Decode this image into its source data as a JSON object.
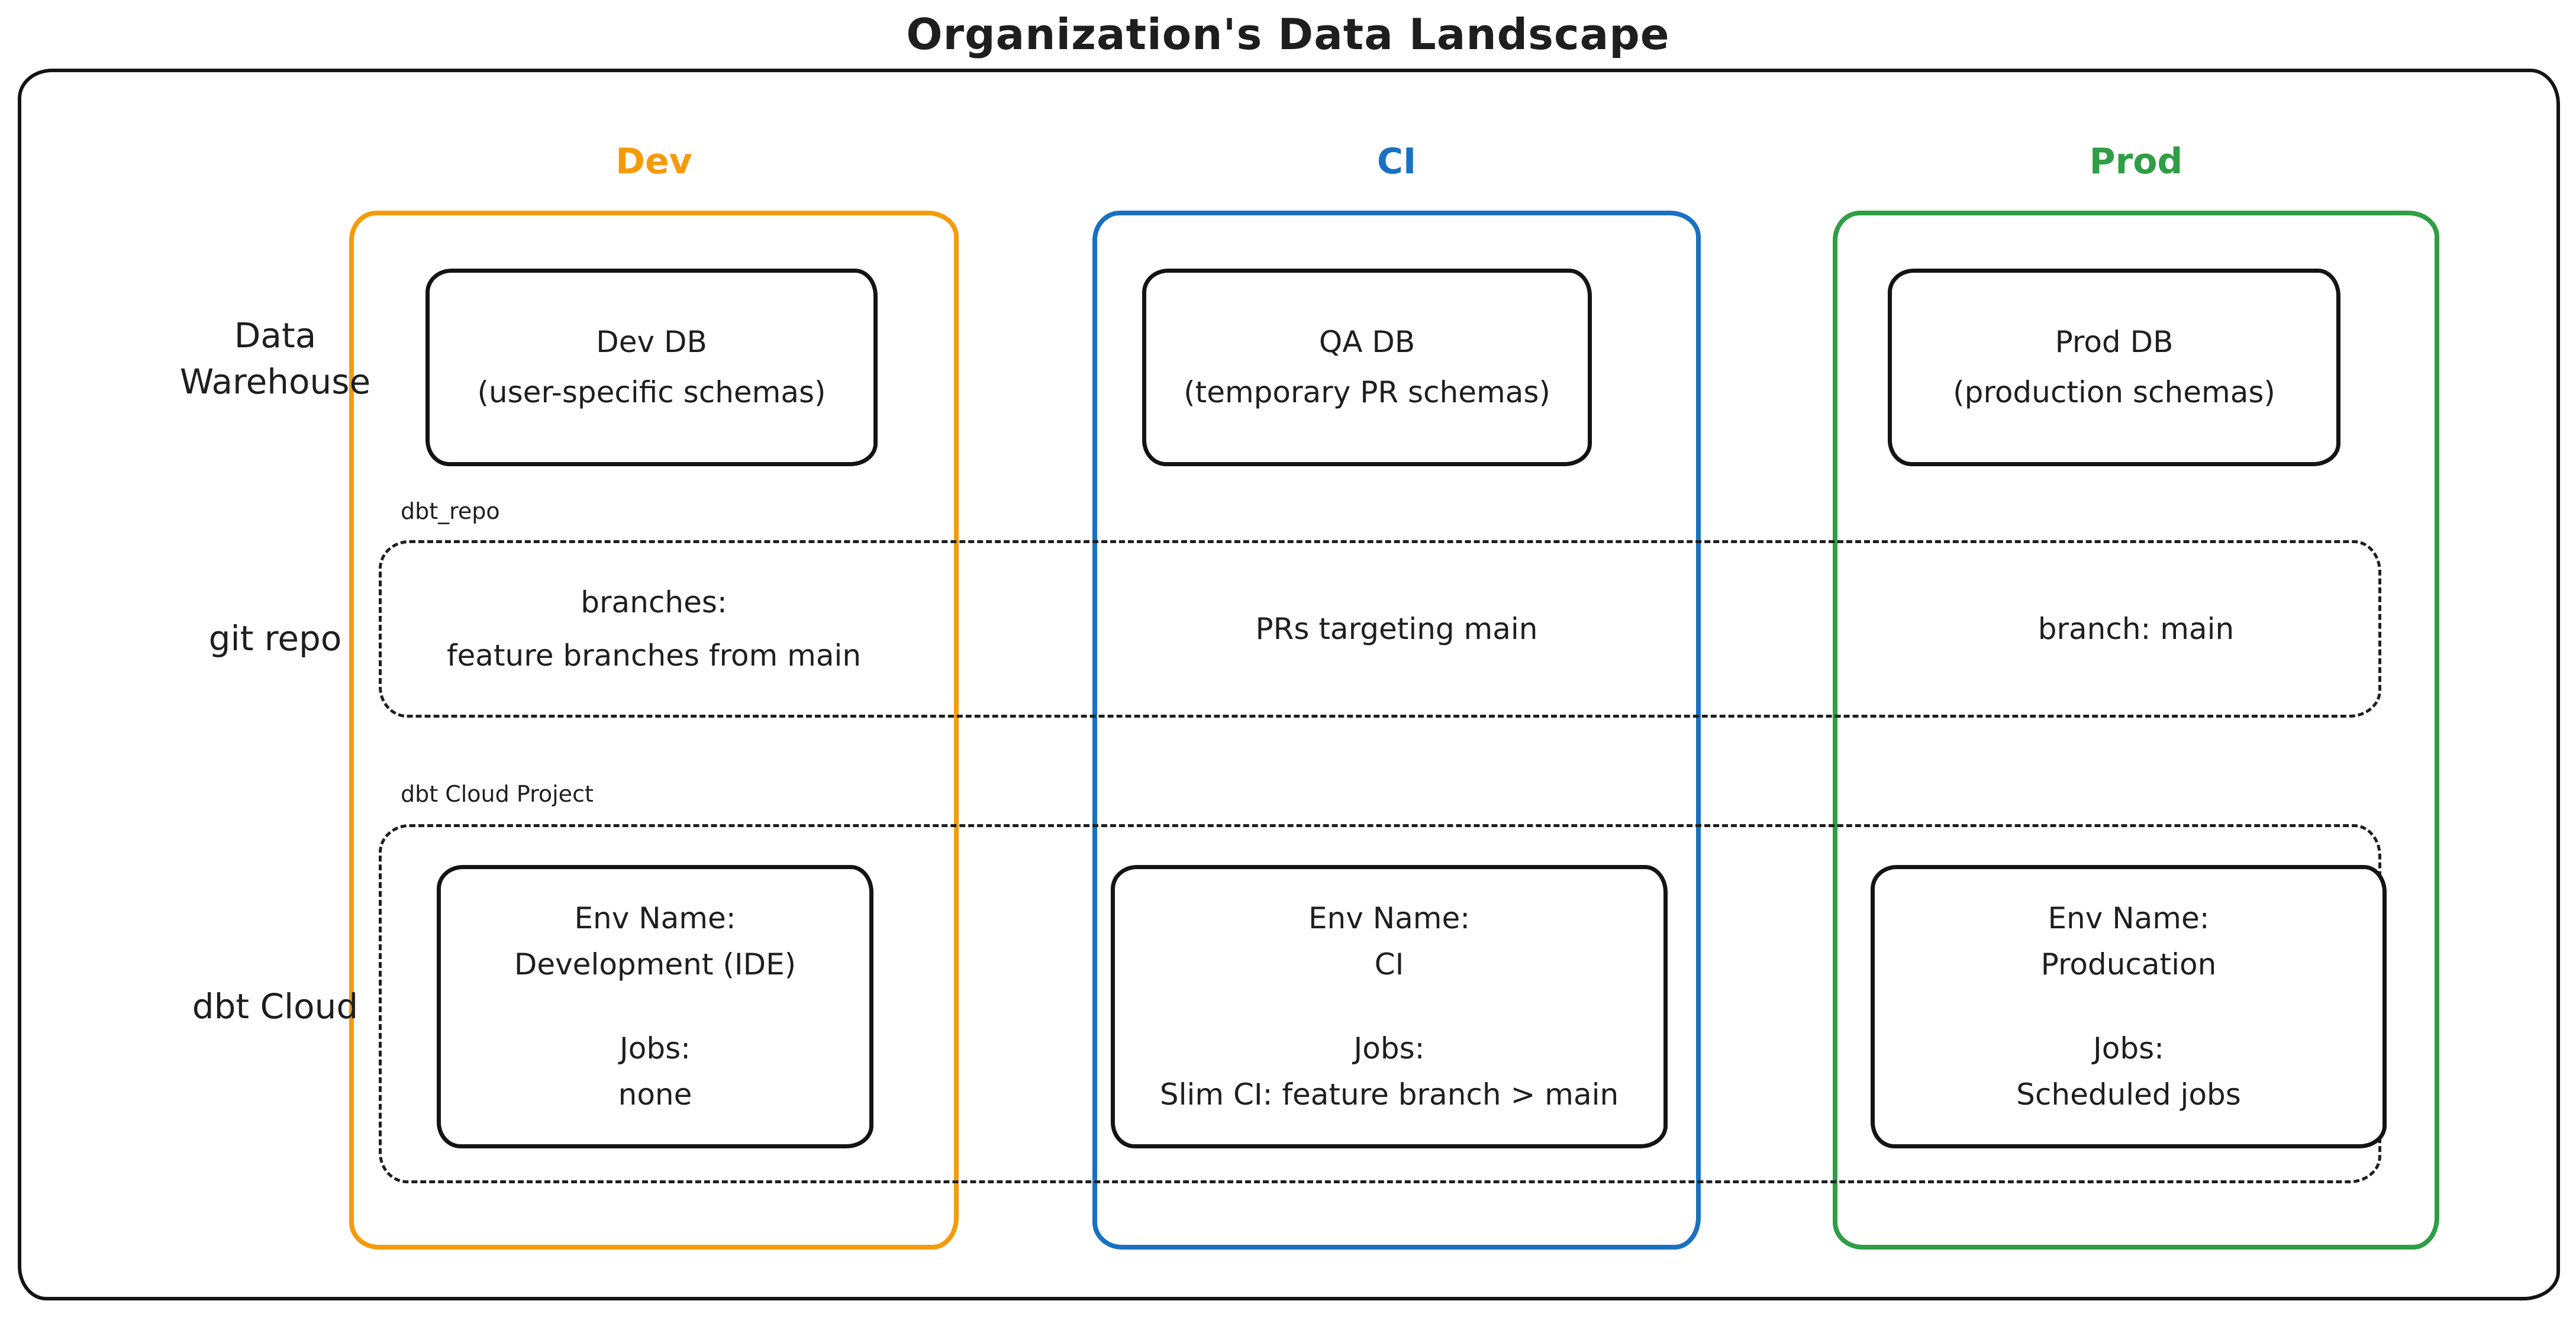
{
  "title": "Organization's Data Landscape",
  "colors": {
    "dev_orange": "#f59b0b",
    "ci_blue": "#1971c2",
    "prod_green": "#2f9e44",
    "ink_black": "#1e1e1e"
  },
  "column_headers": {
    "dev": "Dev",
    "ci": "CI",
    "prod": "Prod"
  },
  "row_labels": {
    "data_warehouse_line1": "Data",
    "data_warehouse_line2": "Warehouse",
    "git_repo": "git repo",
    "dbt_cloud": "dbt Cloud"
  },
  "data_warehouse_row": {
    "dev": {
      "name": "Dev DB",
      "detail": "(user-specific schemas)"
    },
    "ci": {
      "name": "QA DB",
      "detail": "(temporary PR schemas)"
    },
    "prod": {
      "name": "Prod DB",
      "detail": "(production schemas)"
    }
  },
  "git_repo_row": {
    "band_label": "dbt_repo",
    "dev": {
      "line1": "branches:",
      "line2": "feature branches from main"
    },
    "ci": {
      "line1": "PRs targeting main"
    },
    "prod": {
      "line1": "branch: main"
    }
  },
  "dbt_cloud_row": {
    "band_label": "dbt Cloud Project",
    "dev": {
      "env_label": "Env Name:",
      "env_name": "Development (IDE)",
      "jobs_label": "Jobs:",
      "jobs": "none"
    },
    "ci": {
      "env_label": "Env Name:",
      "env_name": "CI",
      "jobs_label": "Jobs:",
      "jobs": "Slim CI: feature branch > main"
    },
    "prod": {
      "env_label": "Env Name:",
      "env_name": "Producation",
      "jobs_label": "Jobs:",
      "jobs": "Scheduled jobs"
    }
  }
}
